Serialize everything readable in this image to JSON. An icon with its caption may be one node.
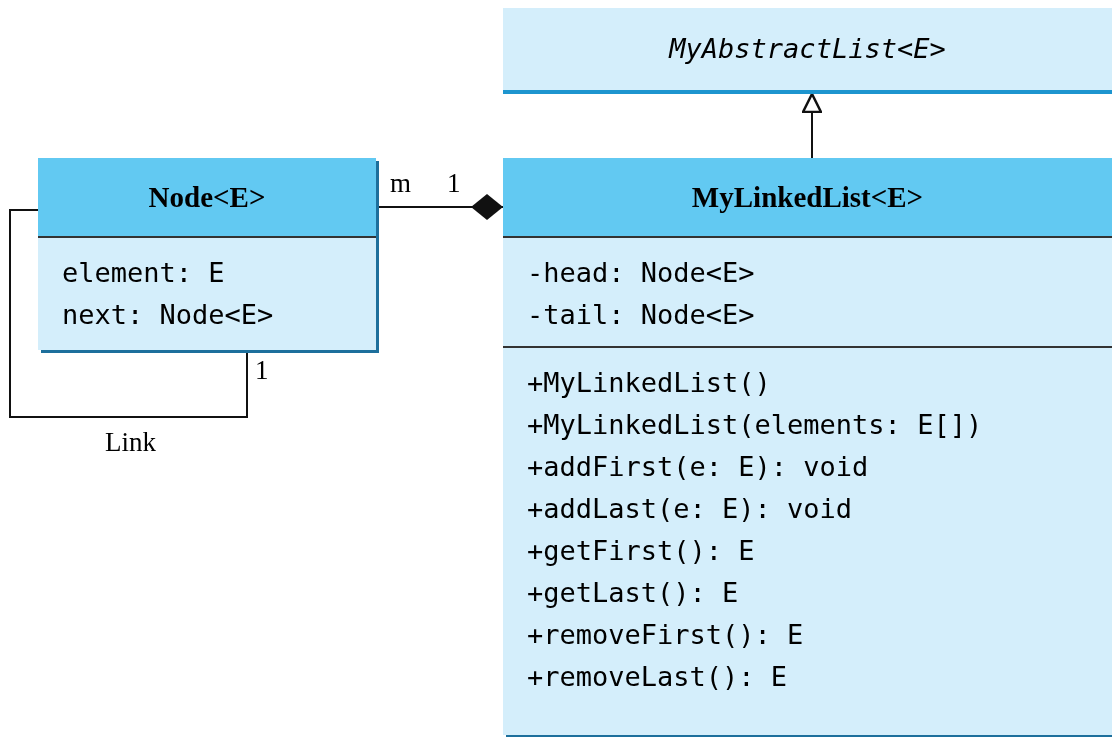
{
  "diagram": {
    "nodes": [
      {
        "text": [
          "MyAbstractList<E>"
        ]
      },
      {
        "text": [
          "Node<E>",
          "element: E",
          "next: Node<E>"
        ]
      },
      {
        "text": [
          "MyLinkedList<E>",
          "-head: Node<E>",
          "-tail: Node<E>",
          "+MyLinkedList()",
          "+MyLinkedList(elements: E[])",
          "+addFirst(e: E): void",
          "+addLast(e: E): void",
          "+getFirst(): E",
          "+getLast(): E",
          "+removeFirst(): E",
          "+removeLast(): E"
        ]
      }
    ],
    "edges": [
      {
        "from": 2,
        "to": 0,
        "arrow": "to"
      },
      {
        "from": 1,
        "to": 2,
        "arrow": "other"
      },
      {
        "from": 1,
        "to": 1,
        "arrow": "none",
        "label": "Link"
      }
    ],
    "labels": [
      "m",
      "1",
      "1"
    ]
  }
}
